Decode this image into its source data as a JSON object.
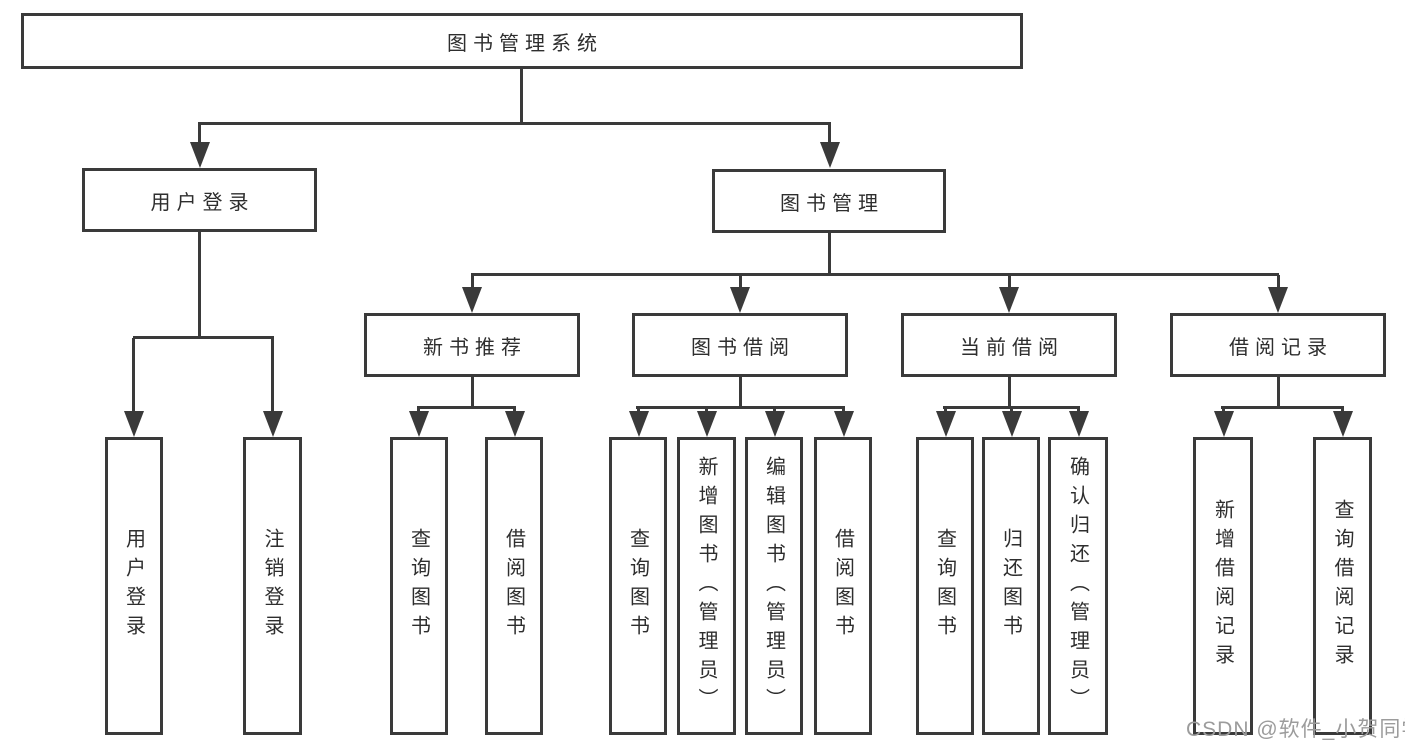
{
  "colors": {
    "line": "#3a3a3a",
    "box_border": "#3a3a3a",
    "box_fill": "#ffffff",
    "text": "#2e2e2e",
    "watermark": "#9c9c9c",
    "background": "#ffffff"
  },
  "watermark": {
    "text": "CSDN @软件_小贺同学"
  },
  "tree": {
    "label": "图书管理系统",
    "children": [
      {
        "label": "用户登录",
        "children": [
          {
            "label": "用户登录"
          },
          {
            "label": "注销登录"
          }
        ]
      },
      {
        "label": "图书管理",
        "children": [
          {
            "label": "新书推荐",
            "children": [
              {
                "label": "查询图书"
              },
              {
                "label": "借阅图书"
              }
            ]
          },
          {
            "label": "图书借阅",
            "children": [
              {
                "label": "查询图书"
              },
              {
                "label": "新增图书（管理员）"
              },
              {
                "label": "编辑图书（管理员）"
              },
              {
                "label": "借阅图书"
              }
            ]
          },
          {
            "label": "当前借阅",
            "children": [
              {
                "label": "查询图书"
              },
              {
                "label": "归还图书"
              },
              {
                "label": "确认归还（管理员）"
              }
            ]
          },
          {
            "label": "借阅记录",
            "children": [
              {
                "label": "新增借阅记录"
              },
              {
                "label": "查询借阅记录"
              }
            ]
          }
        ]
      }
    ]
  }
}
